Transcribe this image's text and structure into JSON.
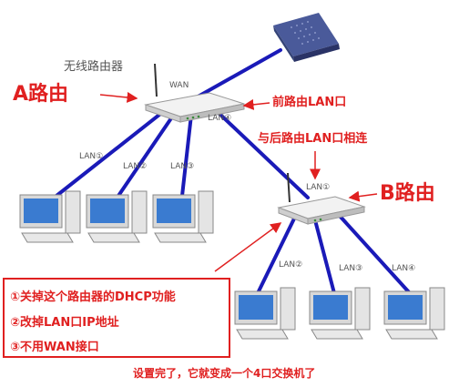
{
  "labels": {
    "wireless_router": "无线路由器",
    "wan": "WAN",
    "router_a": "A路由",
    "router_b": "B路由",
    "front_lan": "前路由LAN口",
    "connect_back": "与后路由LAN口相连",
    "lan1_a": "LAN①",
    "lan2_a": "LAN②",
    "lan3_a": "LAN③",
    "lan4_a": "LAN④",
    "lan1_b": "LAN①",
    "lan2_b": "LAN②",
    "lan3_b": "LAN③",
    "lan4_b": "LAN④"
  },
  "notes": [
    "①关掉这个路由器的DHCP功能",
    "②改掉LAN口IP地址",
    "③不用WAN接口"
  ],
  "footer": "设置完了，它就变成一个4口交换机了",
  "colors": {
    "cable": "#1a1ab8",
    "annotation": "#e02020",
    "modem": "#3a4a8a"
  }
}
